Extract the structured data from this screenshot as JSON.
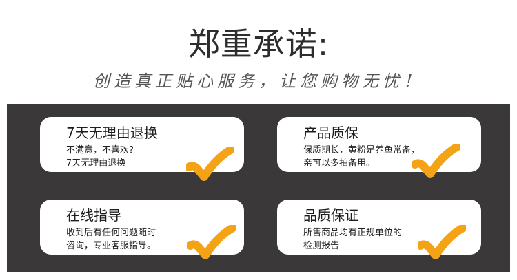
{
  "header": {
    "title": "郑重承诺:",
    "subtitle": "创造真正贴心服务，让您购物无忧！"
  },
  "cards": [
    {
      "title": "7天无理由退换",
      "lines": [
        "不满意，不喜欢？",
        "7天无理由退换"
      ]
    },
    {
      "title": "产品质保",
      "lines": [
        "保质期长，黄粉是养鱼常备，",
        "亲可以多拍备用。"
      ]
    },
    {
      "title": "在线指导",
      "lines": [
        "收到后有任何问题随时",
        "咨询，专业客服指导。"
      ]
    },
    {
      "title": "品质保证",
      "lines": [
        "所售商品均有正规单位的",
        "检测报告"
      ]
    }
  ],
  "colors": {
    "panel": "#3a3838",
    "card": "#ffffff",
    "check": "#f5a316"
  },
  "icons": {
    "check": "checkmark-icon"
  }
}
